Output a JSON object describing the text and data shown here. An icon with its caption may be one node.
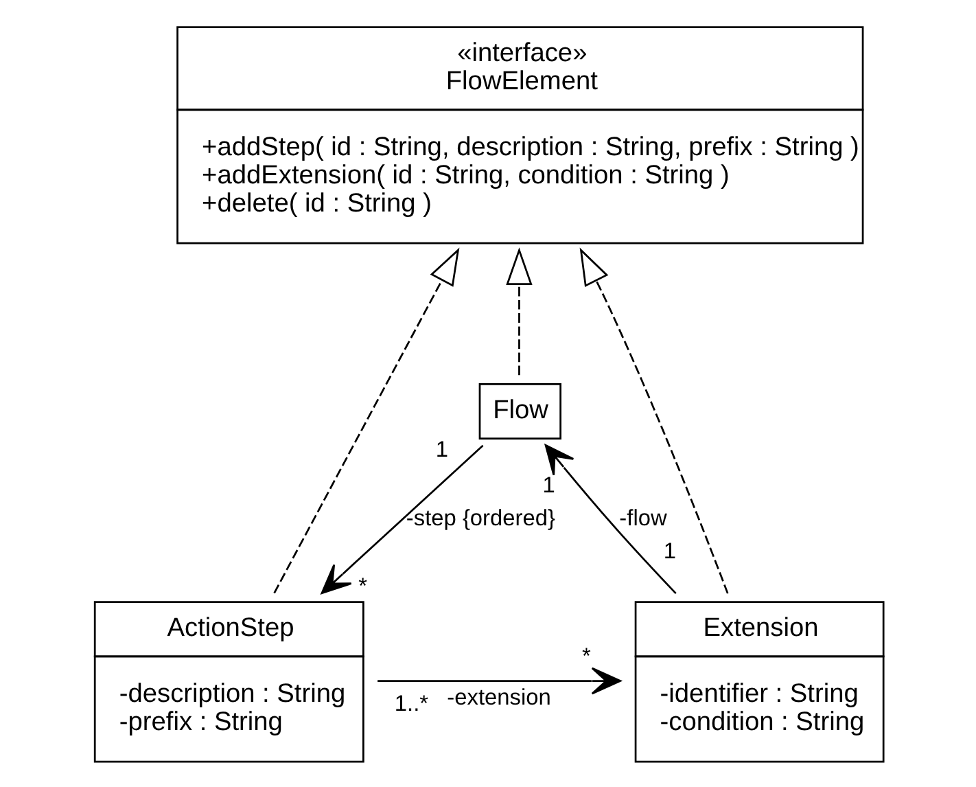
{
  "diagram": {
    "nodes": [
      {
        "text": [
          "«interface»",
          "FlowElement",
          "+addStep( id : String, description : String, prefix : String )",
          "+addExtension( id : String, condition : String )",
          "+delete( id : String )"
        ]
      },
      {
        "text": [
          "Flow"
        ]
      },
      {
        "text": [
          "ActionStep",
          "-description : String",
          "-prefix : String"
        ]
      },
      {
        "text": [
          "Extension",
          "-identifier : String",
          "-condition : String"
        ]
      }
    ],
    "edges": [
      {
        "from": 2,
        "to": 0,
        "arrow": "to",
        "style": "dashed"
      },
      {
        "from": 1,
        "to": 0,
        "arrow": "to",
        "style": "dashed"
      },
      {
        "from": 3,
        "to": 0,
        "arrow": "to",
        "style": "dashed"
      },
      {
        "from": 1,
        "to": 2,
        "arrow": "to",
        "label": "-step {ordered}"
      },
      {
        "from": 3,
        "to": 1,
        "arrow": "to",
        "label": "-flow"
      },
      {
        "from": 2,
        "to": 3,
        "arrow": "to",
        "label": "-extension"
      }
    ],
    "labels": [
      "1",
      "1",
      "*",
      "1",
      "1..*",
      "*"
    ]
  }
}
